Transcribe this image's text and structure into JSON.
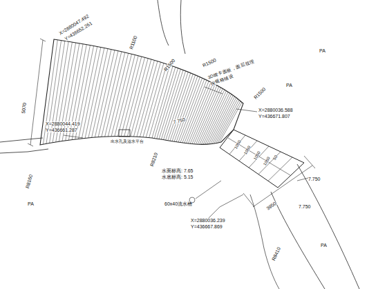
{
  "diagram": {
    "labels": [
      "X=2880047.492",
      "Y=436652.261",
      "R1100",
      "R1500",
      "R1500",
      "R1500",
      "3D啤卡面板，面层纹理",
      "按规格铺设",
      "PA",
      "PA",
      "PA",
      "PA",
      "5070",
      "R8160",
      "X=2880044.419",
      "Y=436661.287",
      "出水孔及溢水平台",
      "R8210",
      "水面标高: 7.65",
      "水底标高: 5.15",
      "7.750",
      "X=2880036.588",
      "Y=436671.807",
      "7.750",
      "7.750",
      "1050",
      "1050",
      "1050",
      "1050",
      "50",
      "3950",
      "60x40流水槽",
      "X=2880036.239",
      "Y=436667.869",
      "R8410"
    ]
  }
}
